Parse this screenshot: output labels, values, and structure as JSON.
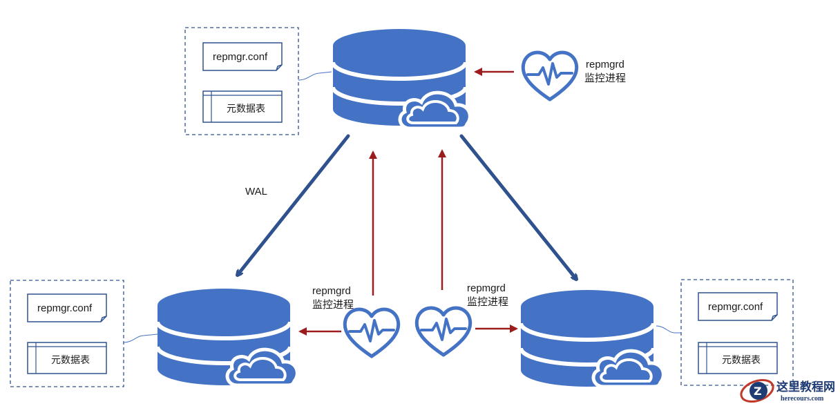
{
  "master": {
    "config_file_label": "repmgr.conf",
    "metadata_table_label": "元数据表",
    "monitor": {
      "line1": "repmgrd",
      "line2": "监控进程"
    }
  },
  "standby_left": {
    "config_file_label": "repmgr.conf",
    "metadata_table_label": "元数据表",
    "monitor": {
      "line1": "repmgrd",
      "line2": "监控进程"
    }
  },
  "standby_right": {
    "config_file_label": "repmgr.conf",
    "metadata_table_label": "元数据表",
    "monitor": {
      "line1": "repmgrd",
      "line2": "监控进程"
    }
  },
  "replication_label": "WAL",
  "watermark": {
    "title": "这里教程网",
    "url": "herecours.com"
  },
  "colors": {
    "db_blue": "#4472c4",
    "arrow_blue": "#2f528f",
    "monitor_arrow": "#9b1c1c",
    "box_border": "#2f528f"
  }
}
